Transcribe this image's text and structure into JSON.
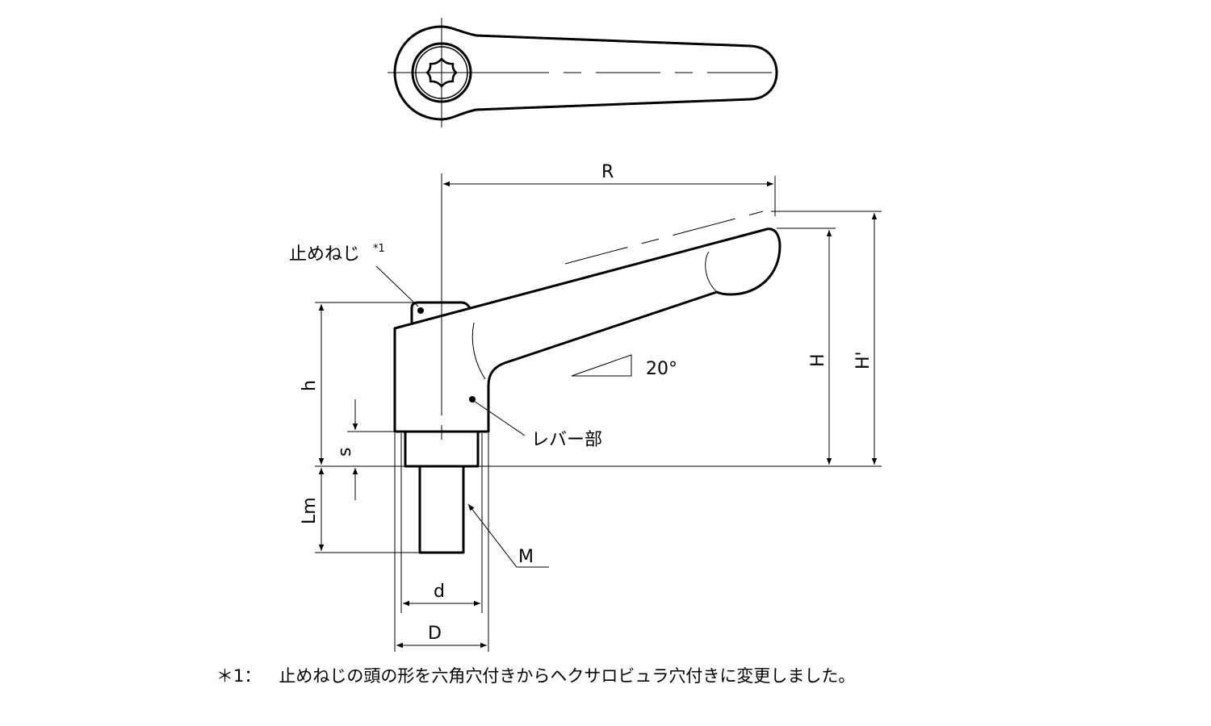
{
  "labels": {
    "R": "R",
    "h": "h",
    "s": "s",
    "Lm": "Lm",
    "d": "d",
    "D": "D",
    "H": "H",
    "H_prime": "H'",
    "M": "M",
    "angle": "20°",
    "set_screw": "止めねじ",
    "set_screw_ref": "*1",
    "lever_part": "レバー部"
  },
  "footnote": {
    "marker": "＊1：",
    "text": "止めねじの頭の形を六角穴付きからヘクサロビュラ穴付きに変更しました。"
  }
}
